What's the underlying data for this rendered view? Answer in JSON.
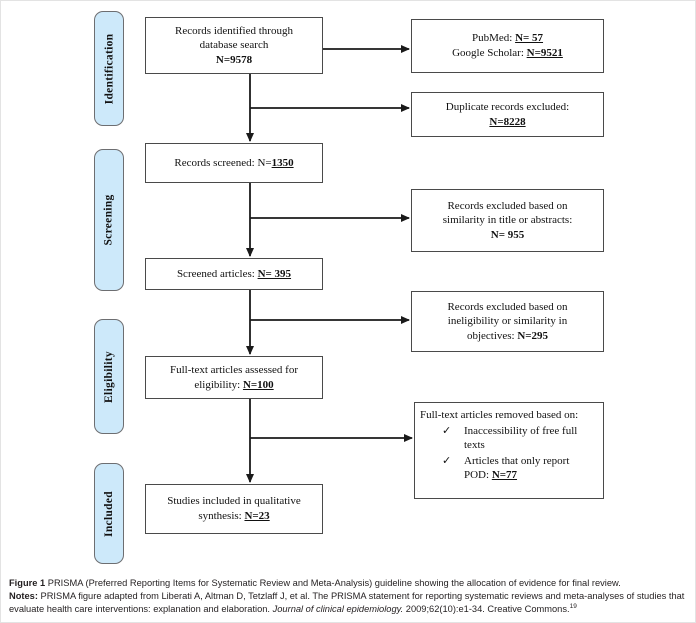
{
  "stages": [
    {
      "label": "Identification"
    },
    {
      "label": "Screening"
    },
    {
      "label": "Eligibility"
    },
    {
      "label": "Included"
    }
  ],
  "flow": {
    "identified": {
      "line1": "Records identified through",
      "line2": "database search",
      "n": "N=9578"
    },
    "sources": {
      "pubmed_label": "PubMed: ",
      "pubmed_n": "N= 57",
      "scholar_label": "Google Scholar: ",
      "scholar_n": "N=9521"
    },
    "duplicates": {
      "line1": "Duplicate records excluded:",
      "n": "N=8228"
    },
    "screened": {
      "prefix": "Records screened: N=",
      "n": "1350"
    },
    "excluded_title": {
      "line1": "Records excluded based on",
      "line2": "similarity in title or abstracts:",
      "n": "N= 955"
    },
    "screened_articles": {
      "prefix": "Screened articles: ",
      "n": "N= 395"
    },
    "excluded_objectives": {
      "line1": "Records excluded based on",
      "line2": "ineligibility or similarity in",
      "line3_prefix": "objectives: ",
      "n": "N=295"
    },
    "fulltext": {
      "line1": "Full-text articles assessed for",
      "line2_prefix": "eligibility: ",
      "n": "N=100"
    },
    "removed": {
      "title": "Full-text articles removed based on:",
      "check": "✓",
      "item1": "Inaccessibility of free full texts",
      "item2_prefix": "Articles that only report POD: ",
      "n": "N=77"
    },
    "included": {
      "line1": "Studies included in qualitative",
      "line2_prefix": "synthesis: ",
      "n": "N=23"
    }
  },
  "caption": {
    "figure_label": "Figure 1",
    "figure_text": " PRISMA (Preferred Reporting Items for Systematic Review and Meta-Analysis) guideline showing the allocation of evidence for final review.",
    "notes_label": "Notes:",
    "notes_text": " PRISMA figure adapted from Liberati A, Altman D, Tetzlaff J, et al. The PRISMA statement for reporting systematic reviews and meta-analyses of studies that evaluate health care interventions: explanation and elaboration. ",
    "journal": "Journal of clinical epidemiology.",
    "citation_tail": " 2009;62(10):e1-34. Creative Commons.",
    "ref": "19"
  },
  "colors": {
    "stage_fill": "#cde9fa",
    "stage_border": "#6d6e71",
    "box_border": "#4a4a4a",
    "line": "#1a1a1a"
  }
}
